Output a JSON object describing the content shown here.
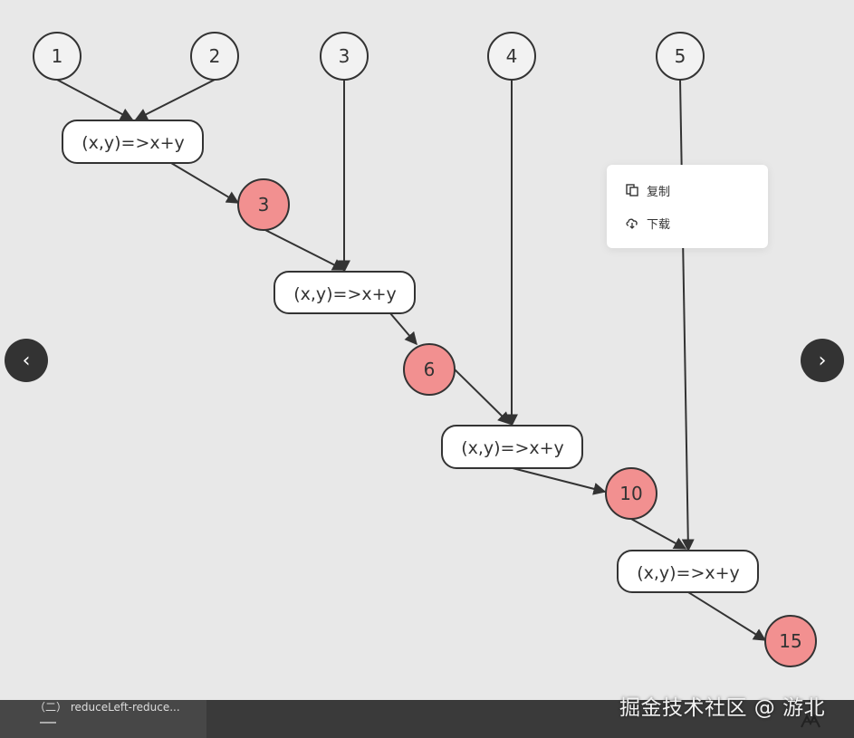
{
  "diagram": {
    "inputs": [
      "1",
      "2",
      "3",
      "4",
      "5"
    ],
    "function_label": "(x,y)=>x+y",
    "results": [
      "3",
      "6",
      "10",
      "15"
    ],
    "result_color": "#f29090",
    "input_color": "#f2f2f2"
  },
  "context_menu": {
    "copy_label": "复制",
    "download_label": "下载",
    "copy_icon": "copy-icon",
    "download_icon": "cloud-download-icon"
  },
  "navigation": {
    "prev_glyph": "‹",
    "next_glyph": "›"
  },
  "thumbnail": {
    "caption": "（二） reduceLeft-reduce..."
  },
  "watermark": {
    "text": "掘金技术社区 @ 游北"
  }
}
